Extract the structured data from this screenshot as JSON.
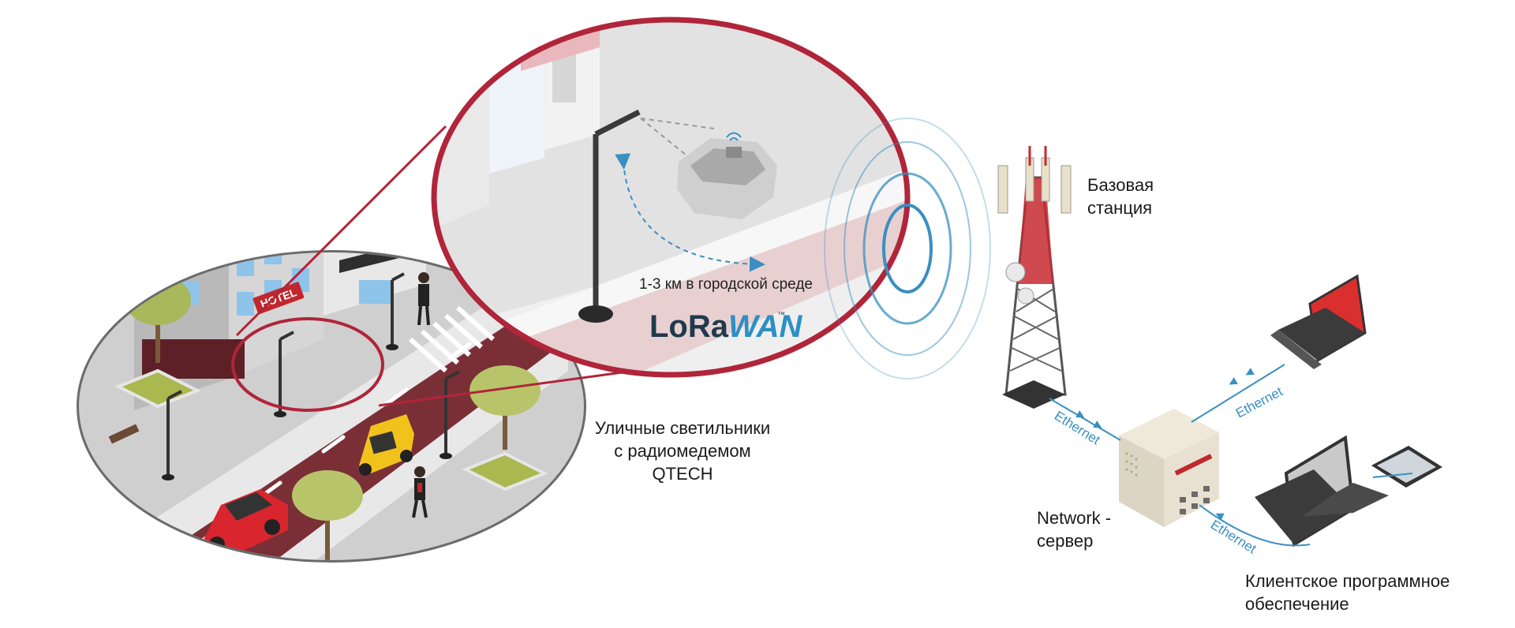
{
  "labels": {
    "street_lamps": [
      "Уличные светильники",
      "с радиомедемом",
      "QTECH"
    ],
    "range": "1-3 км в городской среде",
    "base_station": [
      "Базовая",
      "станция"
    ],
    "network_server": [
      "Network -",
      "сервер"
    ],
    "client_software": [
      "Клиентское программное",
      "обеспечение"
    ]
  },
  "lorawan_logo": {
    "lo": "Lo",
    "ra": "Ra",
    "wan": "WAN",
    "tm": "™"
  },
  "connections": {
    "tower_to_server": "Ethernet",
    "server_to_laptop_top": "Ethernet",
    "server_to_laptop_bottom": "Ethernet"
  },
  "city_signs": {
    "hotel": "HOTEL"
  },
  "colors": {
    "accent_red": "#b0253a",
    "link_blue": "#3a8fc0",
    "logo_dark": "#1f3a4d",
    "logo_blue": "#2e8fc4"
  },
  "icons": [
    "street-lamp-icon",
    "radio-modem-icon",
    "cell-tower-icon",
    "server-icon",
    "laptop-icon",
    "tablet-icon",
    "car-icon",
    "tree-icon",
    "pedestrian-icon"
  ]
}
